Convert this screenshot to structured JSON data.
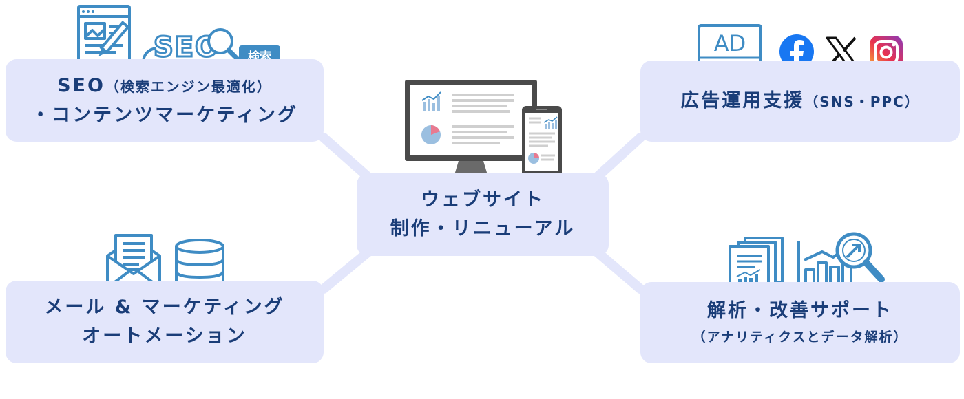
{
  "center": {
    "line1": "ウェブサイト",
    "line2": "制作・リニューアル"
  },
  "seo": {
    "line1_main": "SEO",
    "line1_sub": "（検索エンジン最適化）",
    "line2": "・コンテンツマーケティング"
  },
  "ads": {
    "main": "広告運用支援",
    "sub": "（SNS・PPC）"
  },
  "mail": {
    "line1": "メール & マーケティング",
    "line2": "オートメーション"
  },
  "analysis": {
    "line1": "解析・改善サポート",
    "line2": "（アナリティクスとデータ解析）"
  },
  "icons": {
    "seo_logo_text": "SEO",
    "seo_search_tag": "検索",
    "ad_text": "AD",
    "social": [
      "facebook-icon",
      "x-icon",
      "instagram-icon"
    ]
  },
  "colors": {
    "box": "#e3e6fb",
    "text": "#1a3d78",
    "icon_blue": "#3f8cc4",
    "connector": "#e3e6fb"
  }
}
